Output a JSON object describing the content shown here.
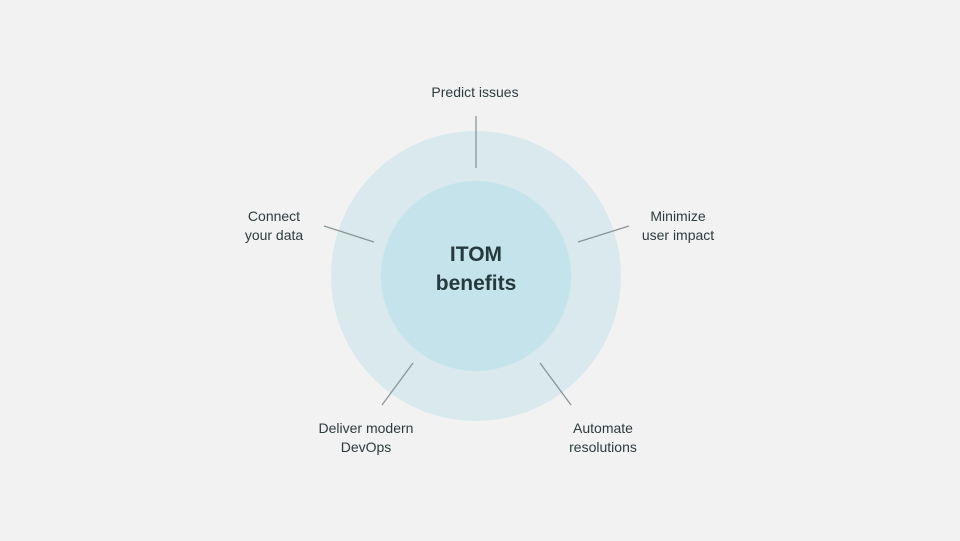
{
  "center": {
    "line1": "ITOM",
    "line2": "benefits"
  },
  "benefits": [
    {
      "line1": "Predict issues",
      "line2": ""
    },
    {
      "line1": "Minimize",
      "line2": "user impact"
    },
    {
      "line1": "Automate",
      "line2": "resolutions"
    },
    {
      "line1": "Deliver modern",
      "line2": "DevOps"
    },
    {
      "line1": "Connect",
      "line2": "your data"
    }
  ],
  "colors": {
    "background": "#f2f2f2",
    "outer_ring": "#d9e9ee",
    "inner_circle": "#c4e3ea",
    "connector": "#8a9597",
    "text": "#2d3b3e"
  }
}
